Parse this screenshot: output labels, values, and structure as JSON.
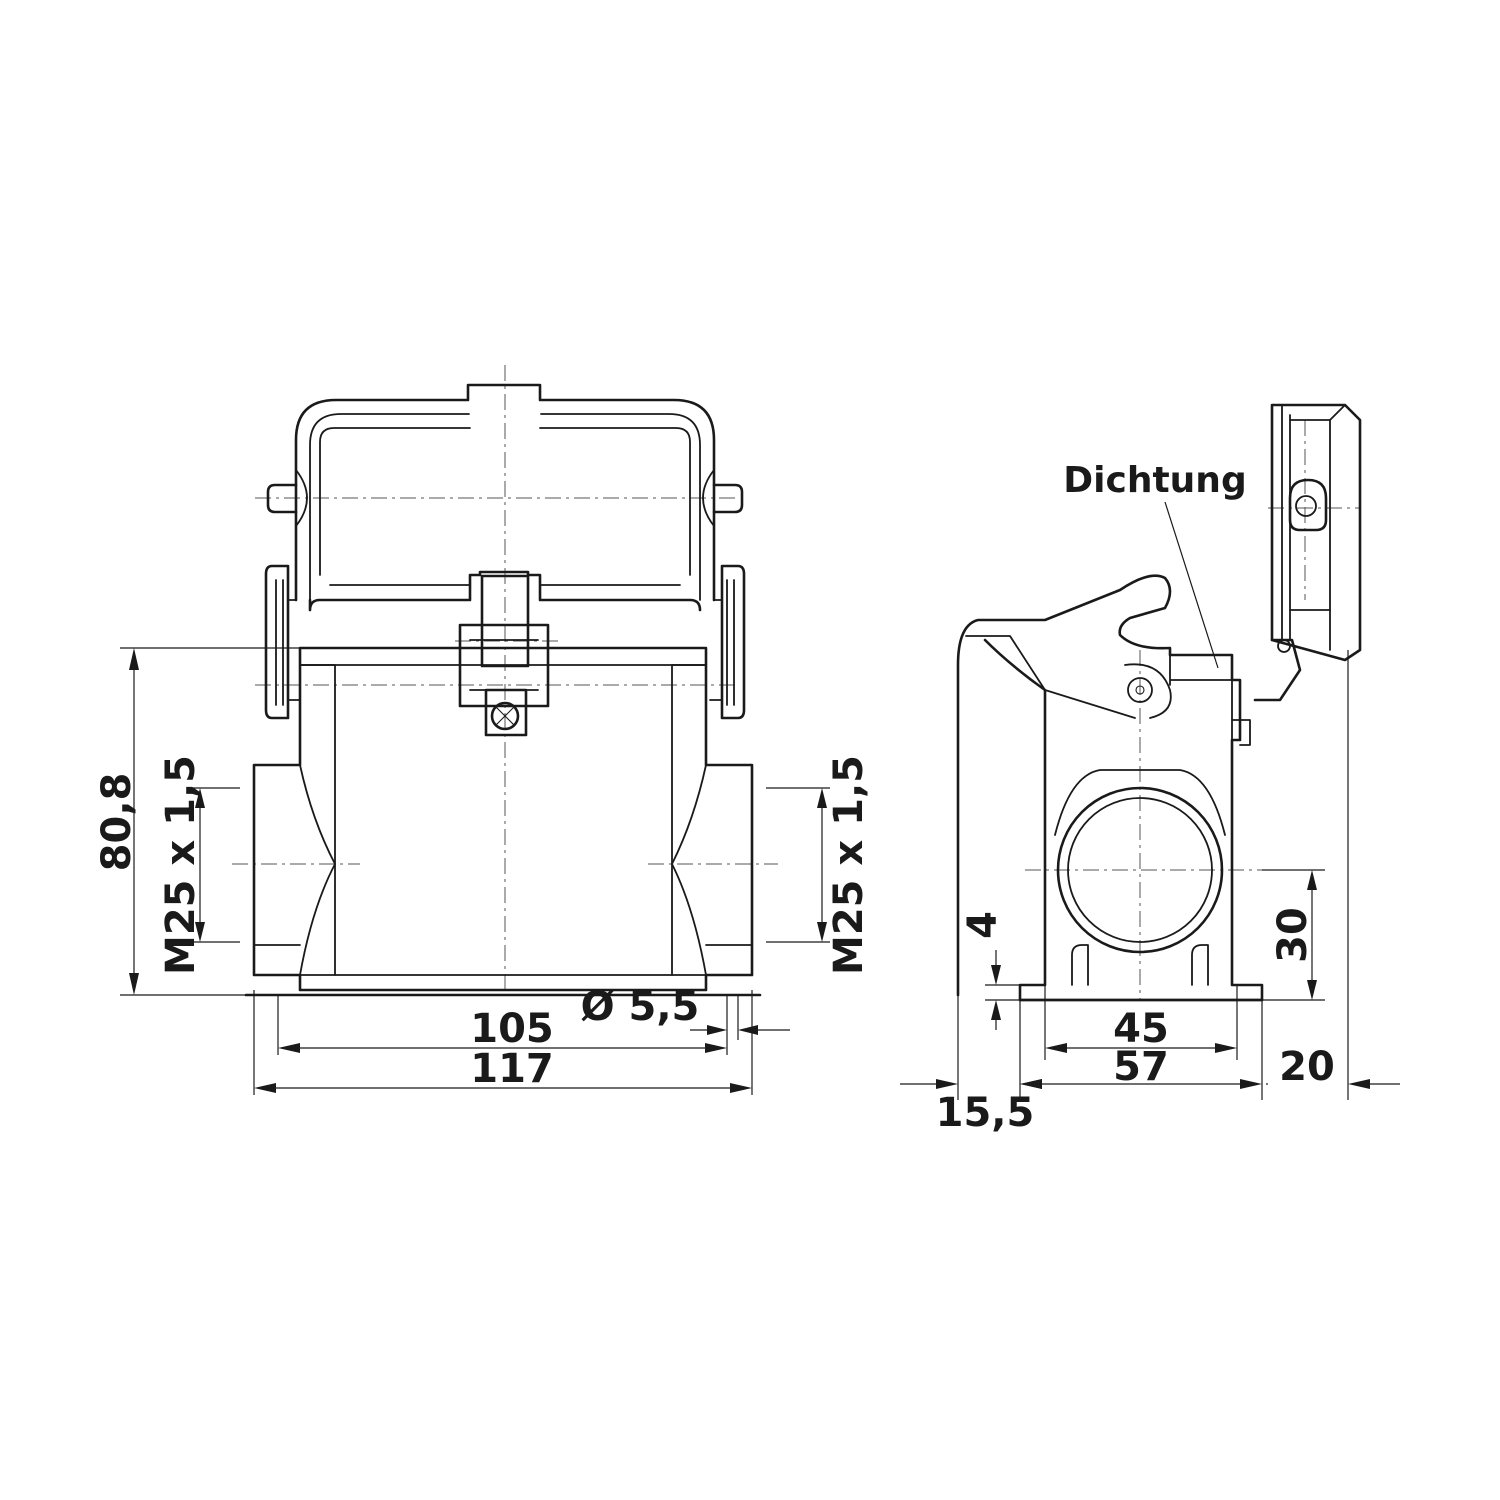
{
  "labels": {
    "seal": "Dichtung",
    "height": "80,8",
    "thread_left": "M25 x 1,5",
    "thread_right": "M25 x 1,5",
    "hole_diameter": "Ø 5,5",
    "hole_spacing": "105",
    "overall_width": "117",
    "base_thickness": "4",
    "entry_height": "30",
    "side_hole_spacing": "45",
    "side_base_width": "57",
    "rear_offset": "15,5",
    "lid_offset": "20"
  },
  "colors": {
    "line": "#1a1a1a",
    "centerline": "#555555",
    "background": "#ffffff"
  }
}
